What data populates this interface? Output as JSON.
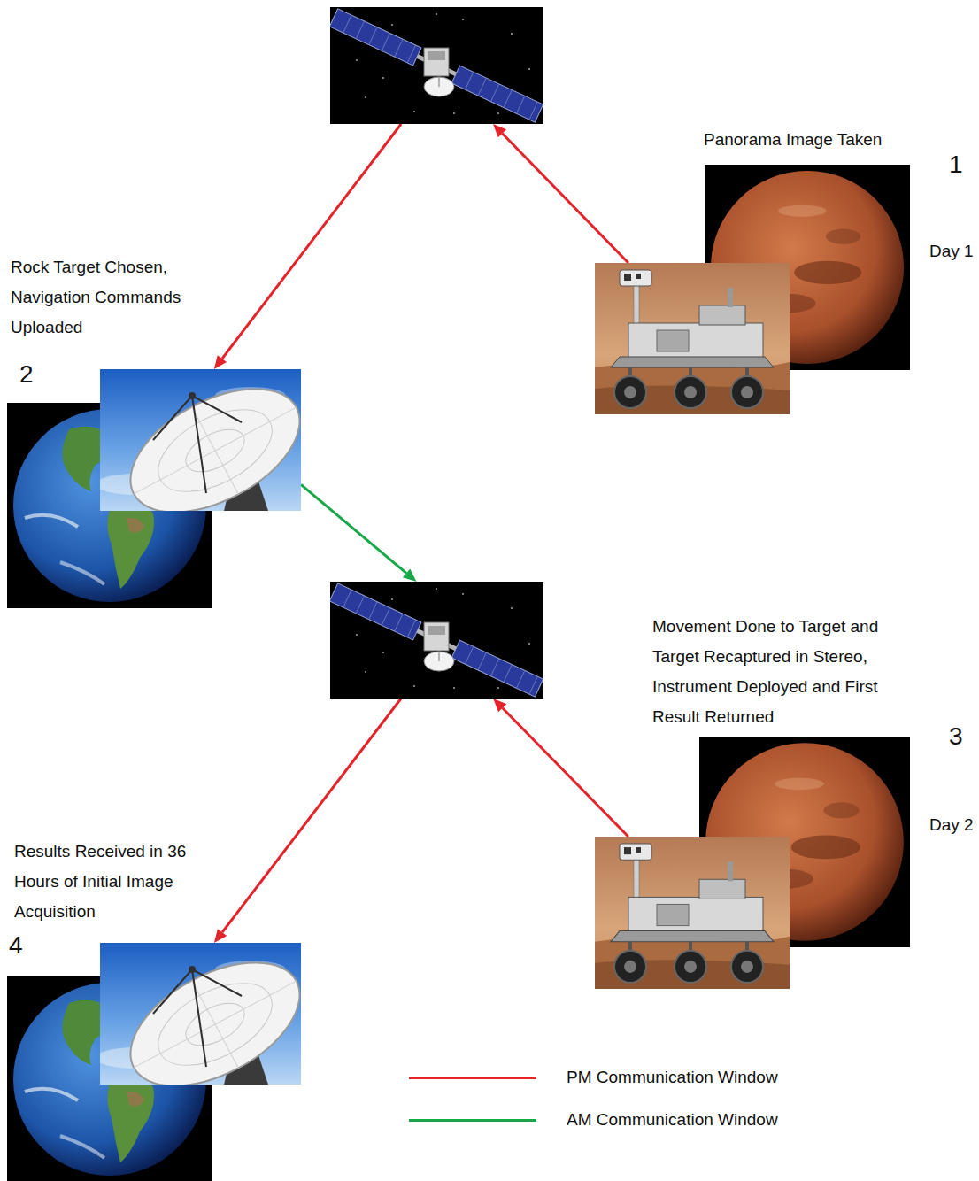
{
  "diagram": {
    "nodes": [
      {
        "text": []
      },
      {
        "text": [
          "Panorama Image Taken",
          "1",
          "Day 1"
        ]
      },
      {
        "text": [
          "Rock Target Chosen, Navigation Commands Uploaded",
          "2"
        ]
      },
      {
        "text": []
      },
      {
        "text": [
          "Movement Done to Target and Target Recaptured in Stereo, Instrument Deployed and First Result Returned",
          "3",
          "Day 2"
        ]
      },
      {
        "text": [
          "Results Received in 36 Hours of Initial Image Acquisition",
          "4"
        ]
      }
    ],
    "edges": [
      {
        "from": 1,
        "to": 0,
        "arrow": "to"
      },
      {
        "from": 0,
        "to": 2,
        "arrow": "to"
      },
      {
        "from": 2,
        "to": 3,
        "arrow": "to"
      },
      {
        "from": 4,
        "to": 3,
        "arrow": "to"
      },
      {
        "from": 3,
        "to": 5,
        "arrow": "to"
      }
    ],
    "legend": [
      {
        "text": "PM Communication Window",
        "color": "#e3242b"
      },
      {
        "text": "AM Communication Window",
        "color": "#18a84a"
      }
    ]
  }
}
